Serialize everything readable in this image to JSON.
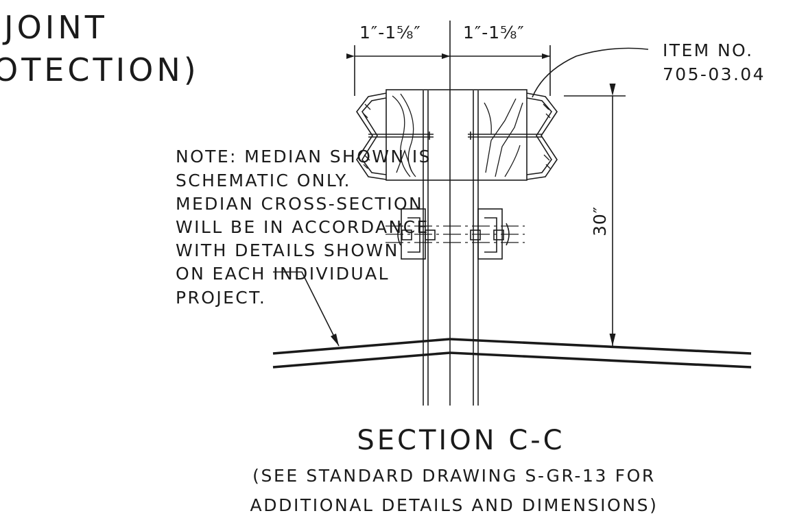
{
  "header": {
    "title_line1": "JOINT",
    "title_line2": "OTECTION)"
  },
  "note": {
    "lines": [
      "NOTE: MEDIAN SHOWN IS",
      "SCHEMATIC ONLY.",
      "MEDIAN CROSS-SECTION",
      "WILL BE IN ACCORDANCE",
      "WITH DETAILS SHOWN",
      "ON EACH INDIVIDUAL",
      "PROJECT."
    ]
  },
  "dimensions": {
    "left_width": "1″-1⅝″",
    "right_width": "1″-1⅝″",
    "height": "30″"
  },
  "item": {
    "line1": "ITEM NO.",
    "line2": "705-03.04"
  },
  "section": {
    "title": "SECTION C-C",
    "subtitle_line1": "(SEE STANDARD DRAWING S-GR-13 FOR",
    "subtitle_line2": "ADDITIONAL DETAILS AND DIMENSIONS)"
  }
}
